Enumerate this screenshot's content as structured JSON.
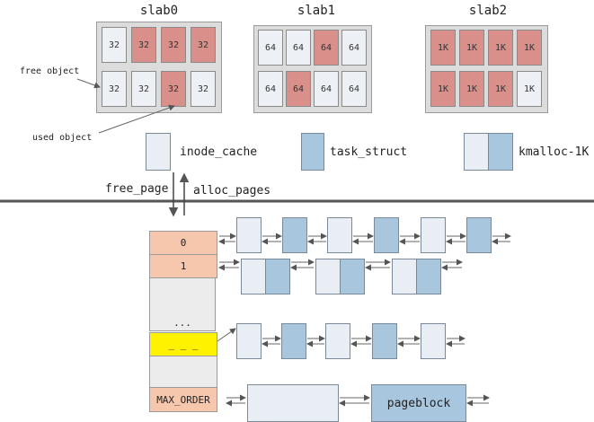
{
  "slabs": [
    {
      "title": "slab0",
      "objects": [
        {
          "label": "32",
          "state": "free"
        },
        {
          "label": "32",
          "state": "used"
        },
        {
          "label": "32",
          "state": "used"
        },
        {
          "label": "32",
          "state": "used"
        },
        {
          "label": "32",
          "state": "free"
        },
        {
          "label": "32",
          "state": "free"
        },
        {
          "label": "32",
          "state": "used"
        },
        {
          "label": "32",
          "state": "free"
        }
      ]
    },
    {
      "title": "slab1",
      "objects": [
        {
          "label": "64",
          "state": "free"
        },
        {
          "label": "64",
          "state": "free"
        },
        {
          "label": "64",
          "state": "used"
        },
        {
          "label": "64",
          "state": "free"
        },
        {
          "label": "64",
          "state": "free"
        },
        {
          "label": "64",
          "state": "used"
        },
        {
          "label": "64",
          "state": "free"
        },
        {
          "label": "64",
          "state": "free"
        }
      ]
    },
    {
      "title": "slab2",
      "objects": [
        {
          "label": "1K",
          "state": "used"
        },
        {
          "label": "1K",
          "state": "used"
        },
        {
          "label": "1K",
          "state": "used"
        },
        {
          "label": "1K",
          "state": "used"
        },
        {
          "label": "1K",
          "state": "used"
        },
        {
          "label": "1K",
          "state": "used"
        },
        {
          "label": "1K",
          "state": "used"
        },
        {
          "label": "1K",
          "state": "free"
        }
      ]
    }
  ],
  "annotations": {
    "free_object": "free object",
    "used_object": "used object"
  },
  "legend": {
    "inode_cache": "inode_cache",
    "task_struct": "task_struct",
    "kmalloc_1k": "kmalloc-1K"
  },
  "arrows": {
    "free_page": "free_page",
    "alloc_pages": "alloc_pages"
  },
  "free_area": {
    "order0": "0",
    "order1": "1",
    "ellipsis": "...",
    "highlight": "_ _ _",
    "max_order": "MAX_ORDER"
  },
  "pageblock": {
    "label": "pageblock"
  },
  "colors": {
    "used": "#d98f8a",
    "free": "#edf1f6",
    "task": "#a9c6df",
    "highlight": "#fff200",
    "order": "#f6c7ad"
  }
}
